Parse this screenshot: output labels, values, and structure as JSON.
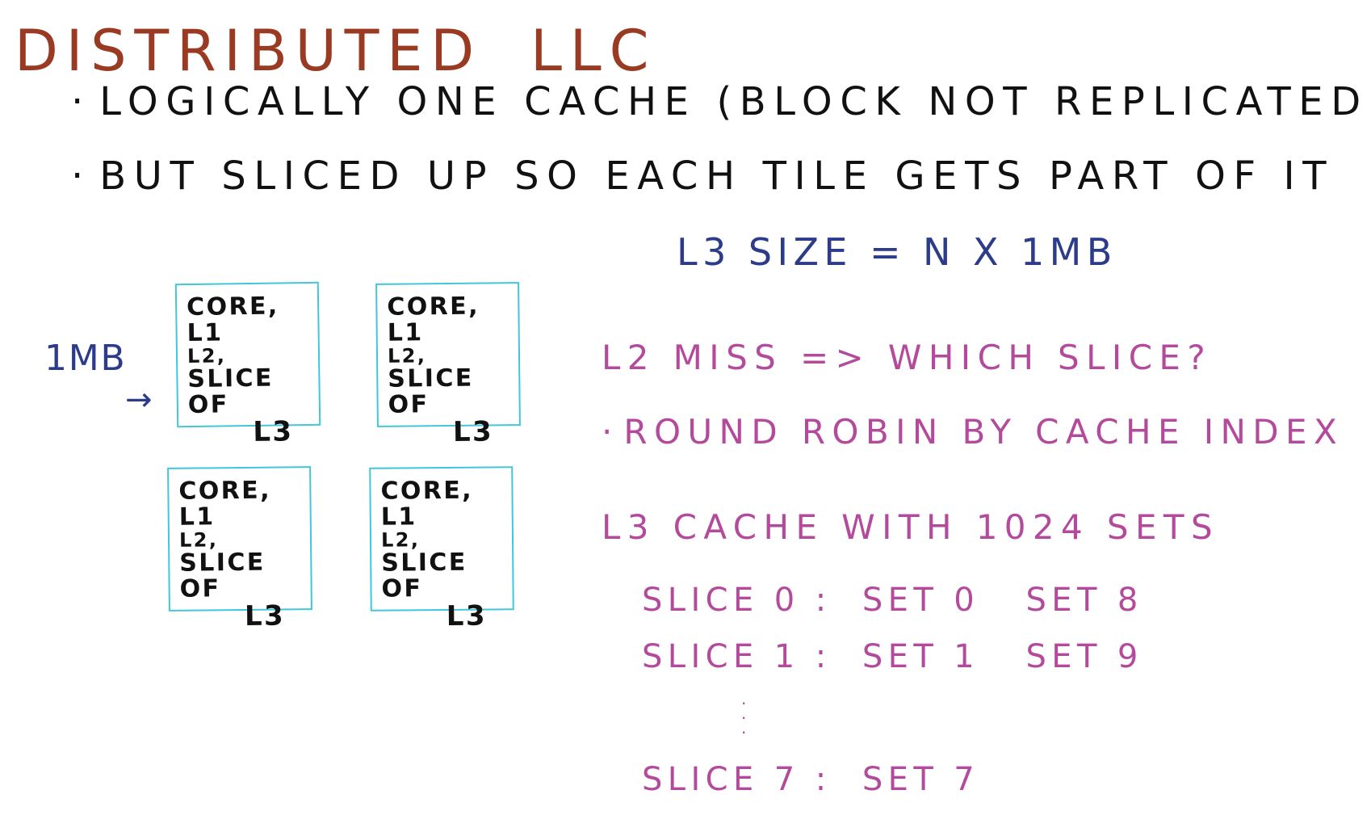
{
  "title": {
    "word1": "DISTRIBUTED",
    "word2": "LLC"
  },
  "bullets": [
    {
      "text": "LOGICALLY ONE CACHE (BLOCK NOT REPLICATED)"
    },
    {
      "text": "BUT SLICED UP SO EACH TILE GETS PART OF IT"
    }
  ],
  "l3_size": "L3 SIZE = N x 1MB",
  "tile_size_label": "1MB",
  "tiles": [
    {
      "line1": "CORE, L1",
      "line2": "L2,",
      "line3": "SLICE OF",
      "line4": "L3"
    },
    {
      "line1": "CORE, L1",
      "line2": "L2,",
      "line3": "SLICE OF",
      "line4": "L3"
    },
    {
      "line1": "CORE, L1",
      "line2": "L2,",
      "line3": "SLICE OF",
      "line4": "L3"
    },
    {
      "line1": "CORE, L1",
      "line2": "L2,",
      "line3": "SLICE OF",
      "line4": "L3"
    }
  ],
  "notes": {
    "miss": "L2 MISS => WHICH SLICE?",
    "round_robin": "ROUND ROBIN BY CACHE INDEX",
    "l3_cache": "L3 CACHE WITH 1024 SETS"
  },
  "slices": [
    {
      "label": "SLICE 0 :",
      "sets": "SET 0   SET 8"
    },
    {
      "label": "SLICE 1 :",
      "sets": "SET 1   SET 9"
    },
    {
      "label": "SLICE 7 :",
      "sets": "SET 7"
    }
  ],
  "colors": {
    "title": "#9a3a22",
    "bullets": "#111111",
    "blue_ink": "#2c3b8a",
    "pink_ink": "#b34a9c",
    "tile_border": "#43c6d9"
  },
  "icons": {
    "arrow": "right-arrow-icon"
  }
}
